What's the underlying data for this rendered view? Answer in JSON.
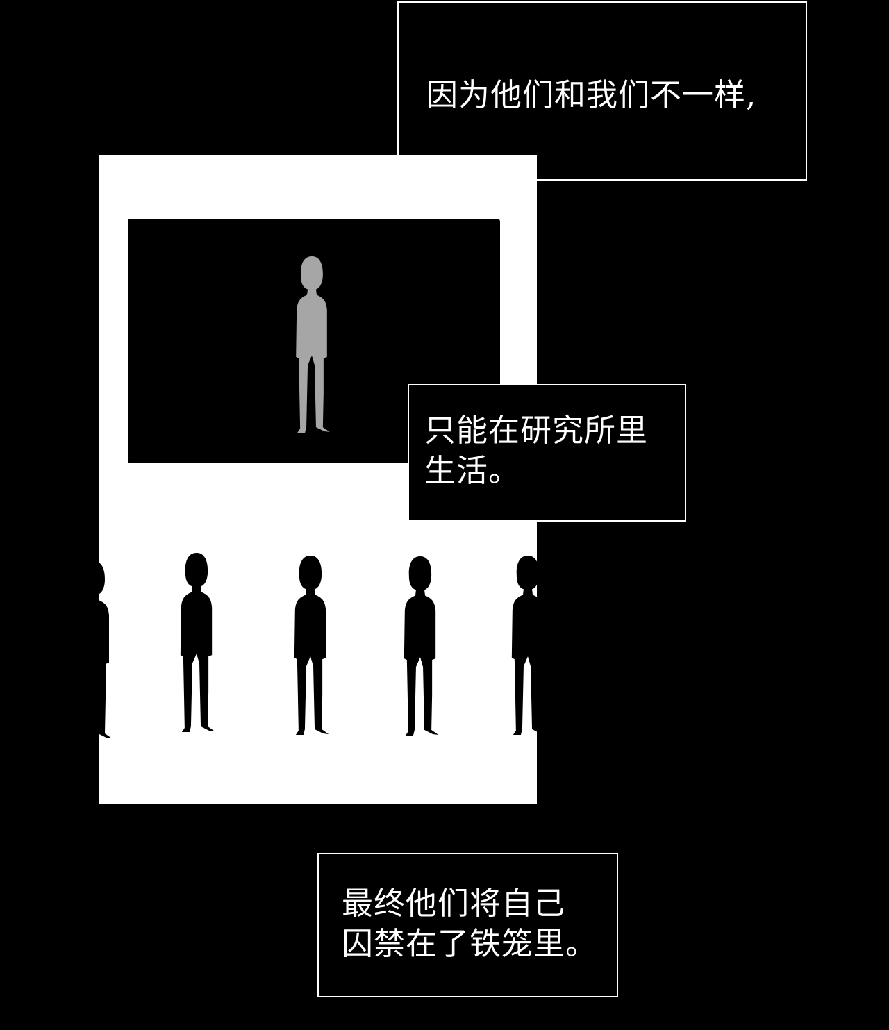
{
  "captions": {
    "top": {
      "lines": [
        "因为他们和我们不一样,"
      ]
    },
    "middle": {
      "lines": [
        "只能在研究所里",
        "生活。"
      ]
    },
    "bottom": {
      "lines": [
        "最终他们将自己",
        "囚禁在了铁笼里。"
      ]
    }
  },
  "scene": {
    "figure_icon": "person-silhouette-icon",
    "colors": {
      "background": "#000000",
      "panel": "#ffffff",
      "screen": "#000000",
      "isolated_figure": "#a6a6a6",
      "crowd_figure": "#000000"
    }
  }
}
